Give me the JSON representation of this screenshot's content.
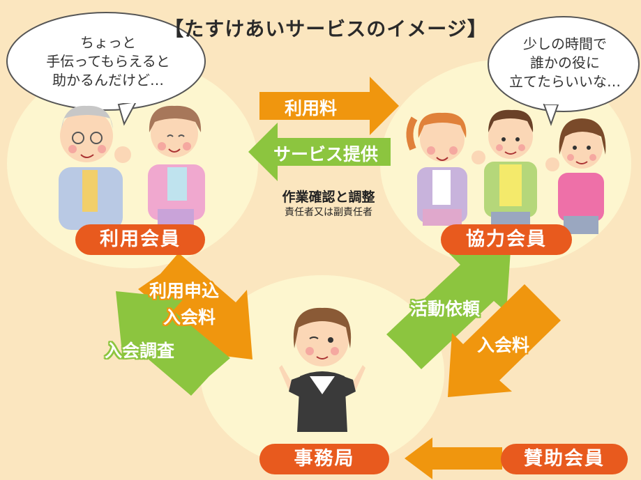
{
  "title": "【たすけあいサービスのイメージ】",
  "bubbles": {
    "user_line1": "ちょっと",
    "user_line2": "手伝ってもらえると",
    "user_line3": "助かるんだけど…",
    "helper_line1": "少しの時間で",
    "helper_line2": "誰かの役に",
    "helper_line3": "立てたらいいな…"
  },
  "nodes": {
    "user": "利用会員",
    "helper": "協力会員",
    "office": "事務局",
    "supporter": "賛助会員"
  },
  "arrows": {
    "fee": "利用料",
    "service": "サービス提供",
    "apply_line1": "利用申込",
    "apply_line2": "入会料",
    "survey": "入会調査",
    "request": "活動依頼",
    "helper_fee": "入会料"
  },
  "coordination": {
    "main": "作業確認と調整",
    "sub": "責任者又は副責任者"
  },
  "colors": {
    "orange": "#f0960e",
    "green": "#8cc53f",
    "pill": "#e85a1e",
    "background": "#fbe6bf"
  }
}
